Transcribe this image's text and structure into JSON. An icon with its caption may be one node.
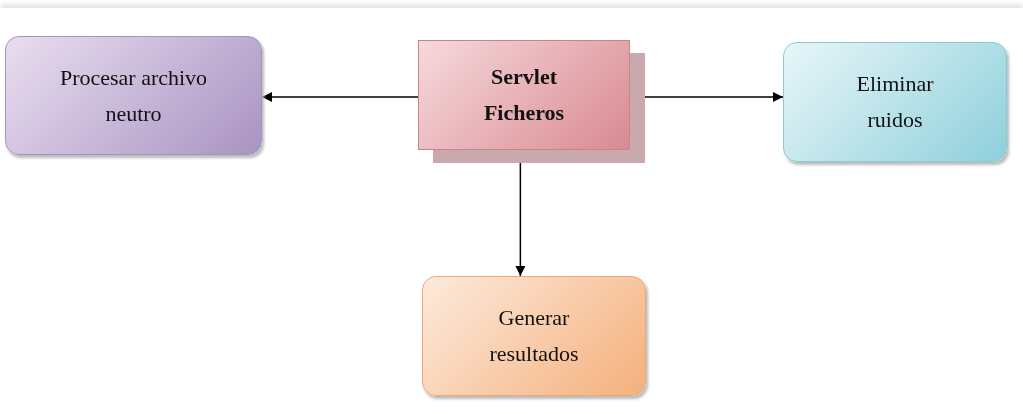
{
  "diagram": {
    "nodes": [
      {
        "text": [
          "Servlet Ficheros"
        ]
      },
      {
        "text": [
          "Procesar archivo neutro"
        ]
      },
      {
        "text": [
          "Eliminar ruidos"
        ]
      },
      {
        "text": [
          "Generar resultados"
        ]
      }
    ],
    "edges": [
      {
        "from": 0,
        "to": 1,
        "arrow": "to"
      },
      {
        "from": 0,
        "to": 2,
        "arrow": "to"
      },
      {
        "from": 0,
        "to": 3,
        "arrow": "to"
      }
    ]
  }
}
